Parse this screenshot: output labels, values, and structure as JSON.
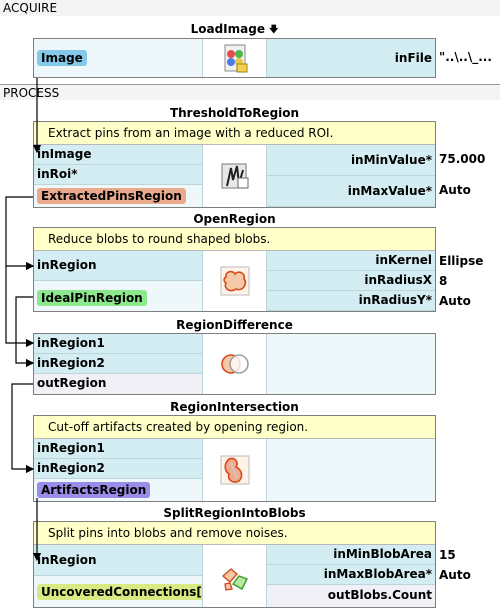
{
  "sections": {
    "acquire": "ACQUIRE",
    "process": "PROCESS"
  },
  "filters": {
    "load_image": {
      "title": "LoadImage",
      "inputs": [],
      "output_tag": "Image",
      "params": [
        {
          "name": "inFile",
          "value": "\"..\\..\\_..."
        }
      ]
    },
    "threshold_to_region": {
      "title": "ThresholdToRegion",
      "description": "Extract pins from an image with a reduced ROI.",
      "inputs": [
        "inImage",
        "inRoi*"
      ],
      "output_tag": "ExtractedPinsRegion",
      "params": [
        {
          "name": "inMinValue*",
          "value": "75.000"
        },
        {
          "name": "inMaxValue*",
          "value": "Auto"
        }
      ]
    },
    "open_region": {
      "title": "OpenRegion",
      "description": "Reduce blobs to round shaped blobs.",
      "inputs": [
        "inRegion"
      ],
      "output_tag": "IdealPinRegion",
      "params": [
        {
          "name": "inKernel",
          "value": "Ellipse"
        },
        {
          "name": "inRadiusX",
          "value": "8"
        },
        {
          "name": "inRadiusY*",
          "value": "Auto"
        }
      ]
    },
    "region_difference": {
      "title": "RegionDifference",
      "inputs": [
        "inRegion1",
        "inRegion2"
      ],
      "outputs": [
        "outRegion"
      ]
    },
    "region_intersection": {
      "title": "RegionIntersection",
      "description": "Cut-off artifacts created by opening region.",
      "inputs": [
        "inRegion1",
        "inRegion2"
      ],
      "output_tag": "ArtifactsRegion"
    },
    "split_region_into_blobs": {
      "title": "SplitRegionIntoBlobs",
      "description": "Split pins into blobs and remove noises.",
      "inputs": [
        "inRegion"
      ],
      "output_tag": "UncoveredConnections[]",
      "params": [
        {
          "name": "inMinBlobArea",
          "value": "15"
        },
        {
          "name": "inMaxBlobArea*",
          "value": "Auto"
        }
      ],
      "outputs": [
        "outBlobs.Count"
      ]
    }
  },
  "icons": {
    "load_image": "load-image-icon",
    "threshold": "threshold-icon",
    "open_region": "open-region-icon",
    "region_difference": "region-difference-icon",
    "region_intersection": "region-intersection-icon",
    "split_blobs": "split-blobs-icon",
    "down_arrow": "down-arrow-icon"
  },
  "colors": {
    "description_bg": "#ffffc8",
    "port_bg": "#d3edf2",
    "tag_image": "#84c9e8",
    "tag_extracted": "#e8a98c",
    "tag_ideal": "#8ce88c",
    "tag_artifacts": "#9a8ce8",
    "tag_uncovered": "#d8ea84"
  }
}
